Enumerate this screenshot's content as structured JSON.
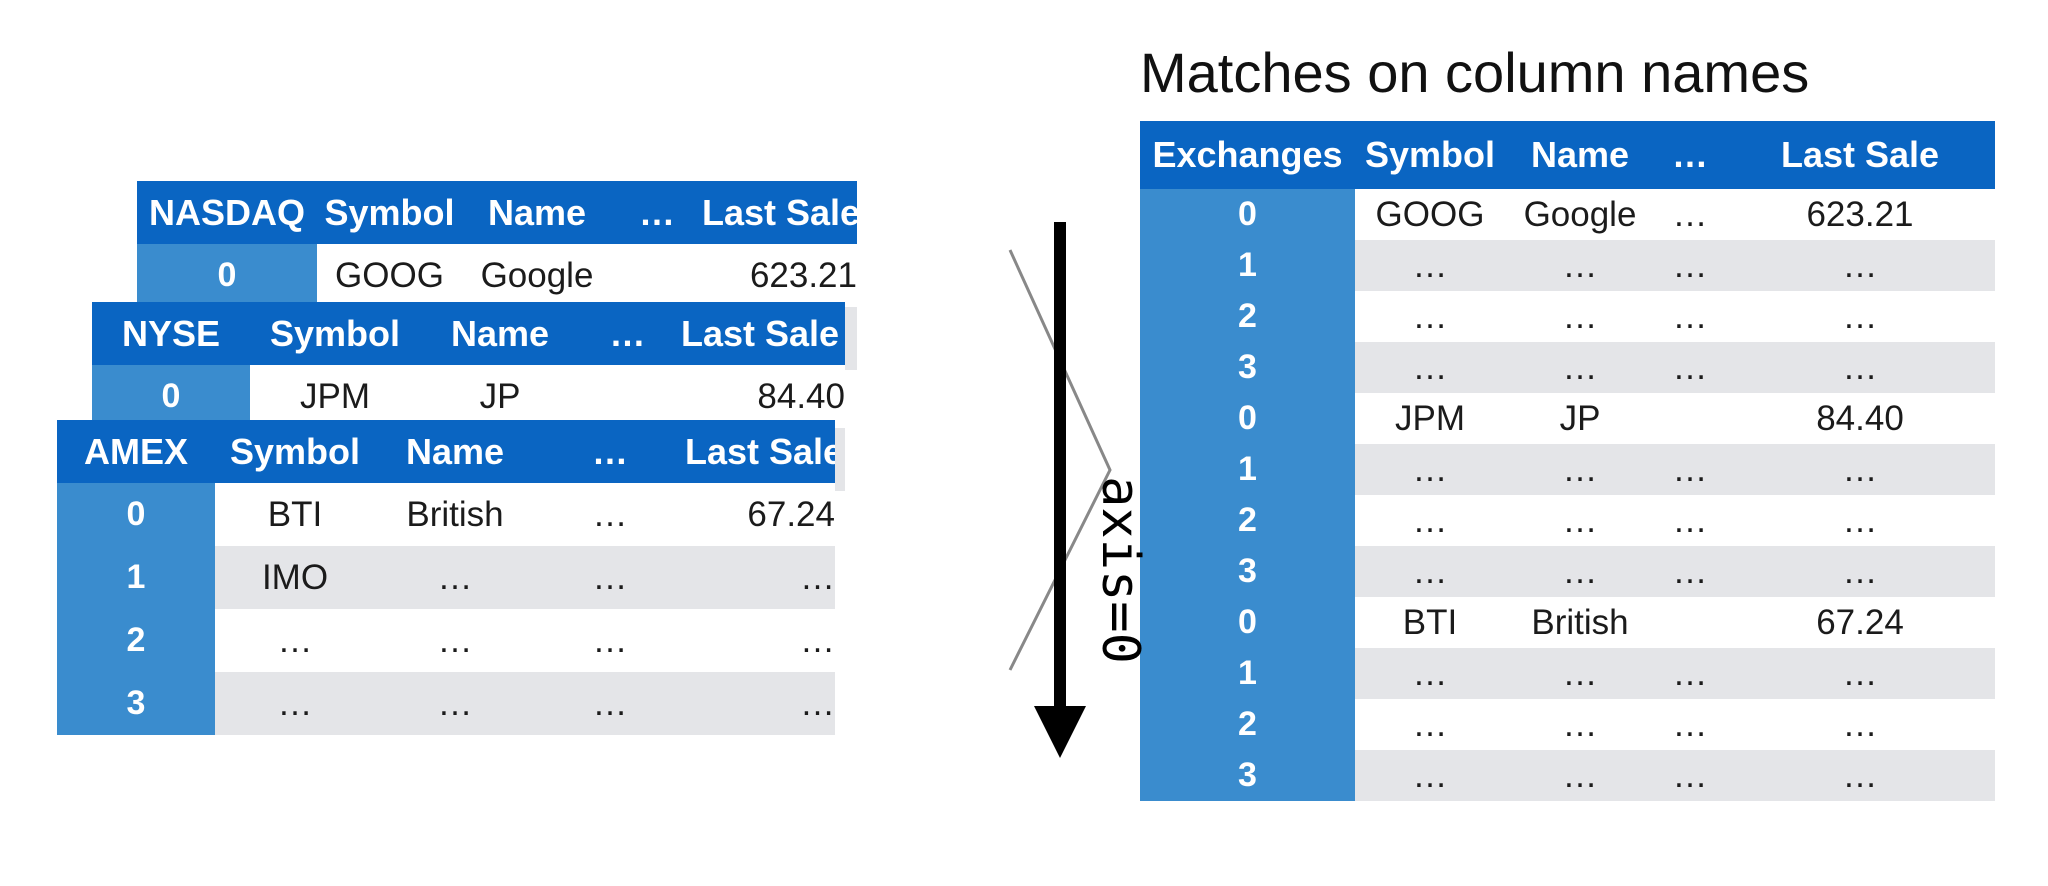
{
  "title": "Matches on column names",
  "axis_label": "axis=0",
  "colors": {
    "header": "#0a65c2",
    "index": "#3a8cce",
    "shade": "#e4e5e8"
  },
  "tables": [
    {
      "id": "nasdaq",
      "headers": [
        "NASDAQ",
        "Symbol",
        "Name",
        "…",
        "Last Sale"
      ],
      "rows": [
        {
          "index": "0",
          "cells": [
            "GOOG",
            "Google",
            "",
            "623.21"
          ]
        },
        {
          "index": "",
          "cells": [
            "",
            "",
            "",
            ""
          ]
        }
      ]
    },
    {
      "id": "nyse",
      "headers": [
        "NYSE",
        "Symbol",
        "Name",
        "…",
        "Last Sale"
      ],
      "rows": [
        {
          "index": "0",
          "cells": [
            "JPM",
            "JP",
            "",
            "84.40"
          ]
        },
        {
          "index": "",
          "cells": [
            "",
            "",
            "",
            ""
          ]
        },
        {
          "index": "",
          "cells": [
            "",
            "",
            "",
            ""
          ]
        }
      ]
    },
    {
      "id": "amex",
      "headers": [
        "AMEX",
        "Symbol",
        "Name",
        "…",
        "Last Sale"
      ],
      "rows": [
        {
          "index": "0",
          "cells": [
            "BTI",
            "British",
            "…",
            "67.24"
          ]
        },
        {
          "index": "1",
          "cells": [
            "IMO",
            "…",
            "…",
            "…"
          ]
        },
        {
          "index": "2",
          "cells": [
            "…",
            "…",
            "…",
            "…"
          ]
        },
        {
          "index": "3",
          "cells": [
            "…",
            "…",
            "…",
            "…"
          ]
        }
      ]
    },
    {
      "id": "result",
      "headers": [
        "Exchanges",
        "Symbol",
        "Name",
        "…",
        "Last Sale"
      ],
      "rows": [
        {
          "index": "0",
          "cells": [
            "GOOG",
            "Google",
            "…",
            "623.21"
          ]
        },
        {
          "index": "1",
          "cells": [
            "…",
            "…",
            "…",
            "…"
          ]
        },
        {
          "index": "2",
          "cells": [
            "…",
            "…",
            "…",
            "…"
          ]
        },
        {
          "index": "3",
          "cells": [
            "…",
            "…",
            "…",
            "…"
          ]
        },
        {
          "index": "0",
          "cells": [
            "JPM",
            "JP",
            "",
            "84.40"
          ]
        },
        {
          "index": "1",
          "cells": [
            "…",
            "…",
            "…",
            "…"
          ]
        },
        {
          "index": "2",
          "cells": [
            "…",
            "…",
            "…",
            "…"
          ]
        },
        {
          "index": "3",
          "cells": [
            "…",
            "…",
            "…",
            "…"
          ]
        },
        {
          "index": "0",
          "cells": [
            "BTI",
            "British",
            "",
            "67.24"
          ]
        },
        {
          "index": "1",
          "cells": [
            "…",
            "…",
            "…",
            "…"
          ]
        },
        {
          "index": "2",
          "cells": [
            "…",
            "…",
            "…",
            "…"
          ]
        },
        {
          "index": "3",
          "cells": [
            "…",
            "…",
            "…",
            "…"
          ]
        }
      ]
    }
  ]
}
